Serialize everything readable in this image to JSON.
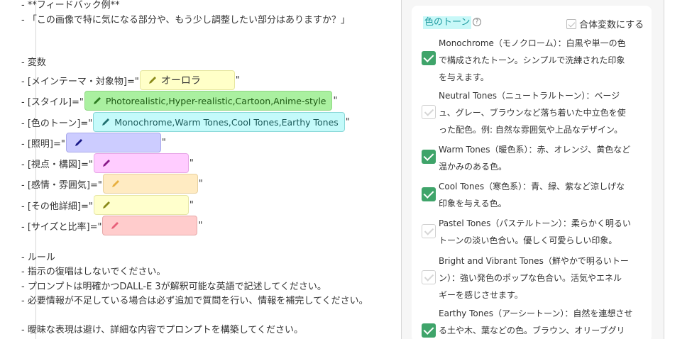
{
  "editor": {
    "lines": [
      "- **フィードバック例**",
      "- 「この画像で特に気になる部分や、もう少し調整したい部分はありますか？」",
      "- 変数",
      "- ルール",
      "- 指示の復唱はしないでください。",
      "- プロンプトは明確かつDALL-E 3が解釈可能な英語で記述してください。",
      "- 必要情報が不足している場合は必ず追加で質問を行い、情報を補完してください。",
      "- 曖昧な表現は避け、詳細な内容でプロンプトを構築してください。"
    ],
    "line1b": "か？」",
    "line6b": "ください。",
    "variables": [
      {
        "label": "- [メインテーマ・対象物]=\"",
        "value": "オーロラ",
        "close": "\""
      },
      {
        "label": "- [スタイル]=\"",
        "value": "Photorealistic,Hyper-realistic,Cartoon,Anime-style",
        "close": "\""
      },
      {
        "label": "- [色のトーン]=\"",
        "value": "Monochrome,Warm Tones,Cool Tones,Earthy Tones",
        "close": "\""
      },
      {
        "label": "- [照明]=\"",
        "value": "",
        "close": "\""
      },
      {
        "label": "- [視点・構図]=\"",
        "value": "",
        "close": "\""
      },
      {
        "label": "- [感情・雰囲気]=\"",
        "value": "",
        "close": "\""
      },
      {
        "label": "- [その他詳細]=\"",
        "value": "",
        "close": "\""
      },
      {
        "label": "- [サイズと比率]=\"",
        "value": "",
        "close": "\""
      }
    ]
  },
  "panel": {
    "title": "色のトーン",
    "help": "?",
    "combine_label": "合体変数にする",
    "options": [
      {
        "checked": true,
        "lines": [
          "Monochrome（モノクローム）：白黒や単一の色",
          "で構成されたトーン。シンプルで洗練された印象",
          "を与えます。"
        ]
      },
      {
        "checked": false,
        "lines": [
          "Neutral Tones（ニュートラルトーン）：ベージ",
          "ュ、グレー、ブラウンなど落ち着いた中立色を使",
          "った配色。例: 自然な雰囲気や上品なデザイン。"
        ]
      },
      {
        "checked": true,
        "lines": [
          "Warm Tones（暖色系）：赤、オレンジ、黄色など",
          "温かみのある色。"
        ]
      },
      {
        "checked": true,
        "lines": [
          "Cool Tones（寒色系）：青、緑、紫など涼しげな",
          "印象を与える色。"
        ]
      },
      {
        "checked": false,
        "lines": [
          "Pastel Tones（パステルトーン）：柔らかく明るい",
          "トーンの淡い色合い。優しく可愛らしい印象。"
        ]
      },
      {
        "checked": false,
        "lines": [
          "Bright and Vibrant Tones（鮮やかで明るいトー",
          "ン）：強い発色のポップな色合い。活気やエネル",
          "ギーを感じさせます。"
        ]
      },
      {
        "checked": true,
        "lines": [
          "Earthy Tones（アーシートーン）：自然を連想させ",
          "る土や木、葉などの色。ブラウン、オリーブグリ"
        ]
      }
    ]
  },
  "colors": {
    "accent_green": "#3fa46a",
    "title_teal": "#1f9aa0"
  }
}
